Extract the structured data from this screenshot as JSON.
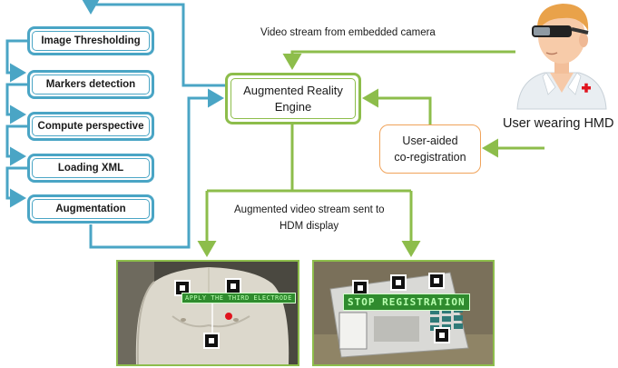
{
  "pipeline": {
    "steps": [
      {
        "label": "Image Thresholding"
      },
      {
        "label": "Markers detection"
      },
      {
        "label": "Compute perspective"
      },
      {
        "label": "Loading XML"
      },
      {
        "label": "Augmentation"
      }
    ]
  },
  "engine": {
    "line1": "Augmented Reality",
    "line2": "Engine"
  },
  "coregistration": {
    "line1": "User-aided",
    "line2": "co-registration"
  },
  "labels": {
    "video_stream": "Video stream from embedded camera",
    "augmented_line1": "Augmented video stream sent to",
    "augmented_line2": "HDM display",
    "user": "User wearing HMD"
  },
  "photos": {
    "left_banner": "APPLY THE THIRD ELECTRODE",
    "right_banner": "STOP REGISTRATION"
  },
  "colors": {
    "blue": "#4aa5c5",
    "green": "#8dbd4b",
    "orange": "#f0a35a",
    "marker_red": "#e0141e"
  },
  "icons": {
    "user": "doctor-with-hmd-icon"
  }
}
